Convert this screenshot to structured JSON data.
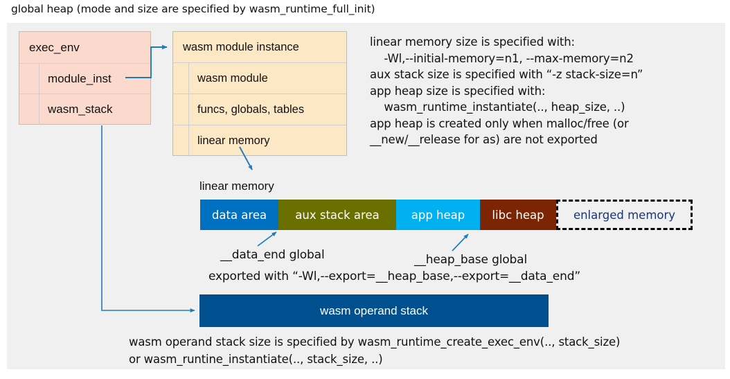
{
  "title": "global heap (mode and size are specified by wasm_runtime_full_init)",
  "colors": {
    "panel_bg": "#f0f0f0",
    "exec_env_fill": "#fbdacd",
    "module_inst_fill": "#fde8c6",
    "wire": "#1f7ac0",
    "data_area": "#0070c0",
    "aux_stack_area": "#6a7000",
    "app_heap": "#00b0f0",
    "libc_heap": "#7b2504",
    "enlarged_memory_text": "#16357a",
    "operand_stack": "#00508f"
  },
  "exec_env": {
    "header": "exec_env",
    "fields": [
      {
        "label": "module_inst"
      },
      {
        "label": "wasm_stack"
      }
    ]
  },
  "module_instance": {
    "header": "wasm module instance",
    "fields": [
      {
        "label": "wasm module"
      },
      {
        "label": "funcs, globals, tables"
      },
      {
        "label": "linear memory"
      }
    ]
  },
  "linear_memory": {
    "caption": "linear memory",
    "segments": [
      {
        "label": "data area",
        "color": "#0070c0",
        "width": 113,
        "style": "solid"
      },
      {
        "label": "aux stack area",
        "color": "#6a7000",
        "width": 170,
        "style": "solid"
      },
      {
        "label": "app heap",
        "color": "#00b0f0",
        "width": 121,
        "style": "solid"
      },
      {
        "label": "libc heap",
        "color": "#7b2504",
        "width": 110,
        "style": "solid"
      },
      {
        "label": "enlarged memory",
        "color": "transparent",
        "width": 197,
        "style": "dashed"
      }
    ],
    "annotations": {
      "data_end": "__data_end global",
      "heap_base": "__heap_base global",
      "exported": "exported with “-Wl,--export=__heap_base,--export=__data_end”"
    }
  },
  "operand_stack": {
    "label": "wasm operand stack",
    "notes": "wasm operand stack size is specified by wasm_runtime_create_exec_env(.., stack_size)\nor wasm_runtine_instantiate(.., stack_size, ..)"
  },
  "right_notes": "linear memory size is specified with:\n    -Wl,--initial-memory=n1, --max-memory=n2\naux stack size is specified with “-z stack-size=n”\napp heap size is specified with:\n    wasm_runtime_instantiate(.., heap_size, ..)\napp heap is created only when malloc/free (or\n__new/__release for as) are not exported"
}
